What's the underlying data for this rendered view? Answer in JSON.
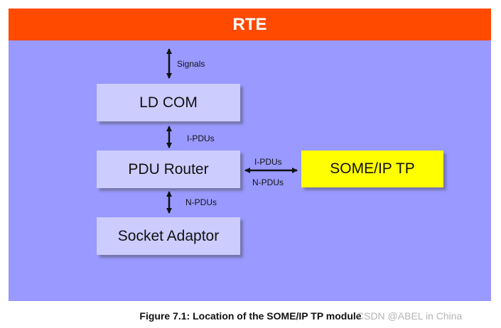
{
  "rte": {
    "label": "RTE"
  },
  "modules": {
    "ld_com": "LD COM",
    "pdu_router": "PDU Router",
    "socket_adaptor": "Socket Adaptor",
    "some_ip_tp": "SOME/IP TP"
  },
  "flows": {
    "signals": "Signals",
    "ipdus_vertical": "I-PDUs",
    "npdus_vertical": "N-PDUs",
    "ipdus_horizontal": "I-PDUs",
    "npdus_horizontal": "N-PDUs"
  },
  "caption": "Figure 7.1: Location of the SOME/IP TP module",
  "watermark": "CSDN @ABEL in China",
  "colors": {
    "rte_bar": "#ff4a00",
    "background": "#9999ff",
    "module_box": "#ccccff",
    "tp_box": "#ffff00"
  }
}
